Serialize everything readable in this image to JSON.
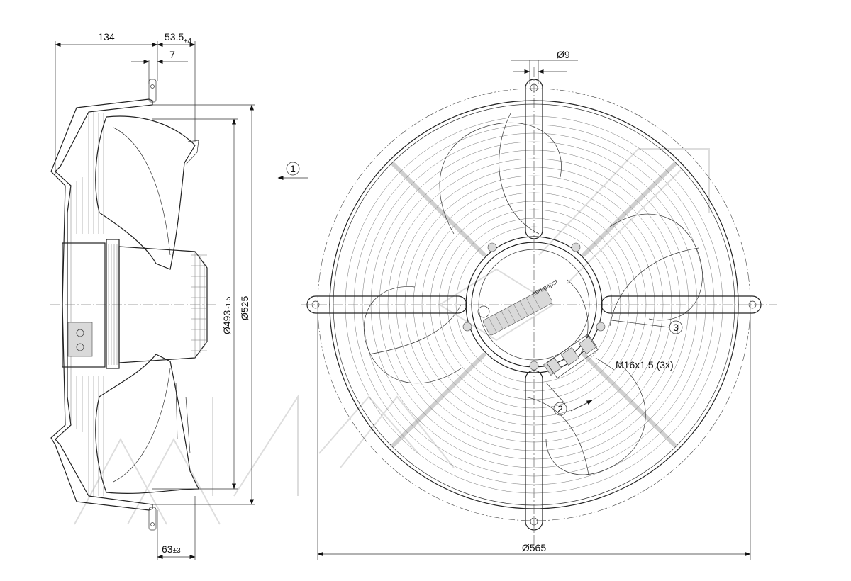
{
  "side_view": {
    "dim_134": "134",
    "dim_53_5": "53.5",
    "dim_53_5_tol": "±4",
    "dim_7": "7",
    "dim_493": "Ø493",
    "dim_493_tol": "-1.5",
    "dim_525": "Ø525",
    "dim_63": "63",
    "dim_63_tol": "±3"
  },
  "front_view": {
    "dim_9": "Ø9",
    "dim_565": "Ø565",
    "thread_label": "M16x1.5 (3x)",
    "motor_logo": "ebmpapst"
  },
  "callouts": [
    "1",
    "2",
    "3"
  ],
  "watermark": "WINDAK"
}
